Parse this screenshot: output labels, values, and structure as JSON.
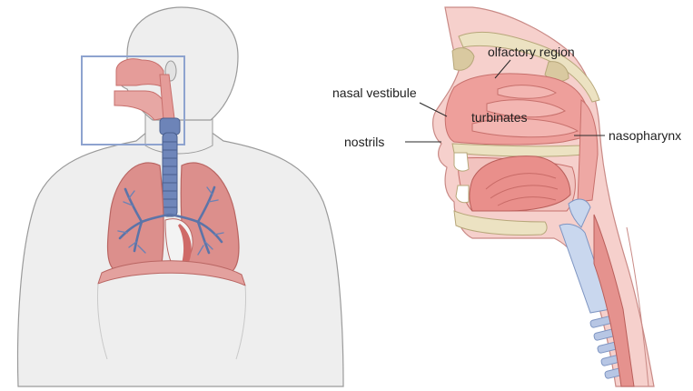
{
  "labels": {
    "olfactory_region": "olfactory region",
    "nasal_vestibule": "nasal vestibule",
    "turbinates": "turbinates",
    "nostrils": "nostrils",
    "nasopharynx": "nasopharynx"
  },
  "colors": {
    "skin": "#eeeeee",
    "skin_outline": "#9a9a9a",
    "tissue_pink": "#e8a3a0",
    "tissue_light": "#f6d0cc",
    "lung_fill": "#dc8f8c",
    "bronchi_blue": "#5c74a8",
    "highlight_box": "#8ea3cf",
    "bone": "#ece2c2",
    "airway_blue": "#c9d7ee"
  }
}
